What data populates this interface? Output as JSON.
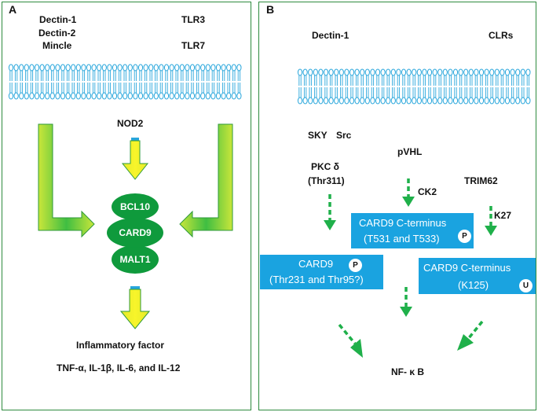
{
  "panel_a": {
    "letter": "A",
    "receptors_left": [
      "Dectin-1",
      "Dectin-2",
      "Mincle"
    ],
    "receptor_tlr3": "TLR3",
    "receptor_tlr7": "TLR7",
    "nod2": "NOD2",
    "complex": {
      "top": "BCL10",
      "middle": "CARD9",
      "bottom": "MALT1"
    },
    "output_title": "Inflammatory factor",
    "output_cytokines": "TNF-α, IL-1β, IL-6, and IL-12"
  },
  "panel_b": {
    "letter": "B",
    "dectin1": "Dectin-1",
    "clrs": "CLRs",
    "sky": "SKY",
    "src": "Src",
    "pvhl": "pVHL",
    "pkc_line1": "PKC δ",
    "pkc_line2": "(Thr311)",
    "ck2": "CK2",
    "trim62": "TRIM62",
    "k27": "K27",
    "box_cterm_p": {
      "line1": "CARD9 C-terminus",
      "line2": "(T531 and T533)",
      "badge": "P"
    },
    "box_card9_p": {
      "line1": "CARD9",
      "line2": "(Thr231 and Thr95?)",
      "badge": "P"
    },
    "box_cterm_u": {
      "line1": "CARD9 C-terminus",
      "line2": "(K125)",
      "badge": "U"
    },
    "nfkb": "NF- κ B"
  },
  "colors": {
    "border": "#2e8b3e",
    "membrane": "#2aa7dc",
    "box": "#1aa3e0",
    "oval": "#0f9a3c",
    "arrow_dash": "#1fb04a"
  }
}
